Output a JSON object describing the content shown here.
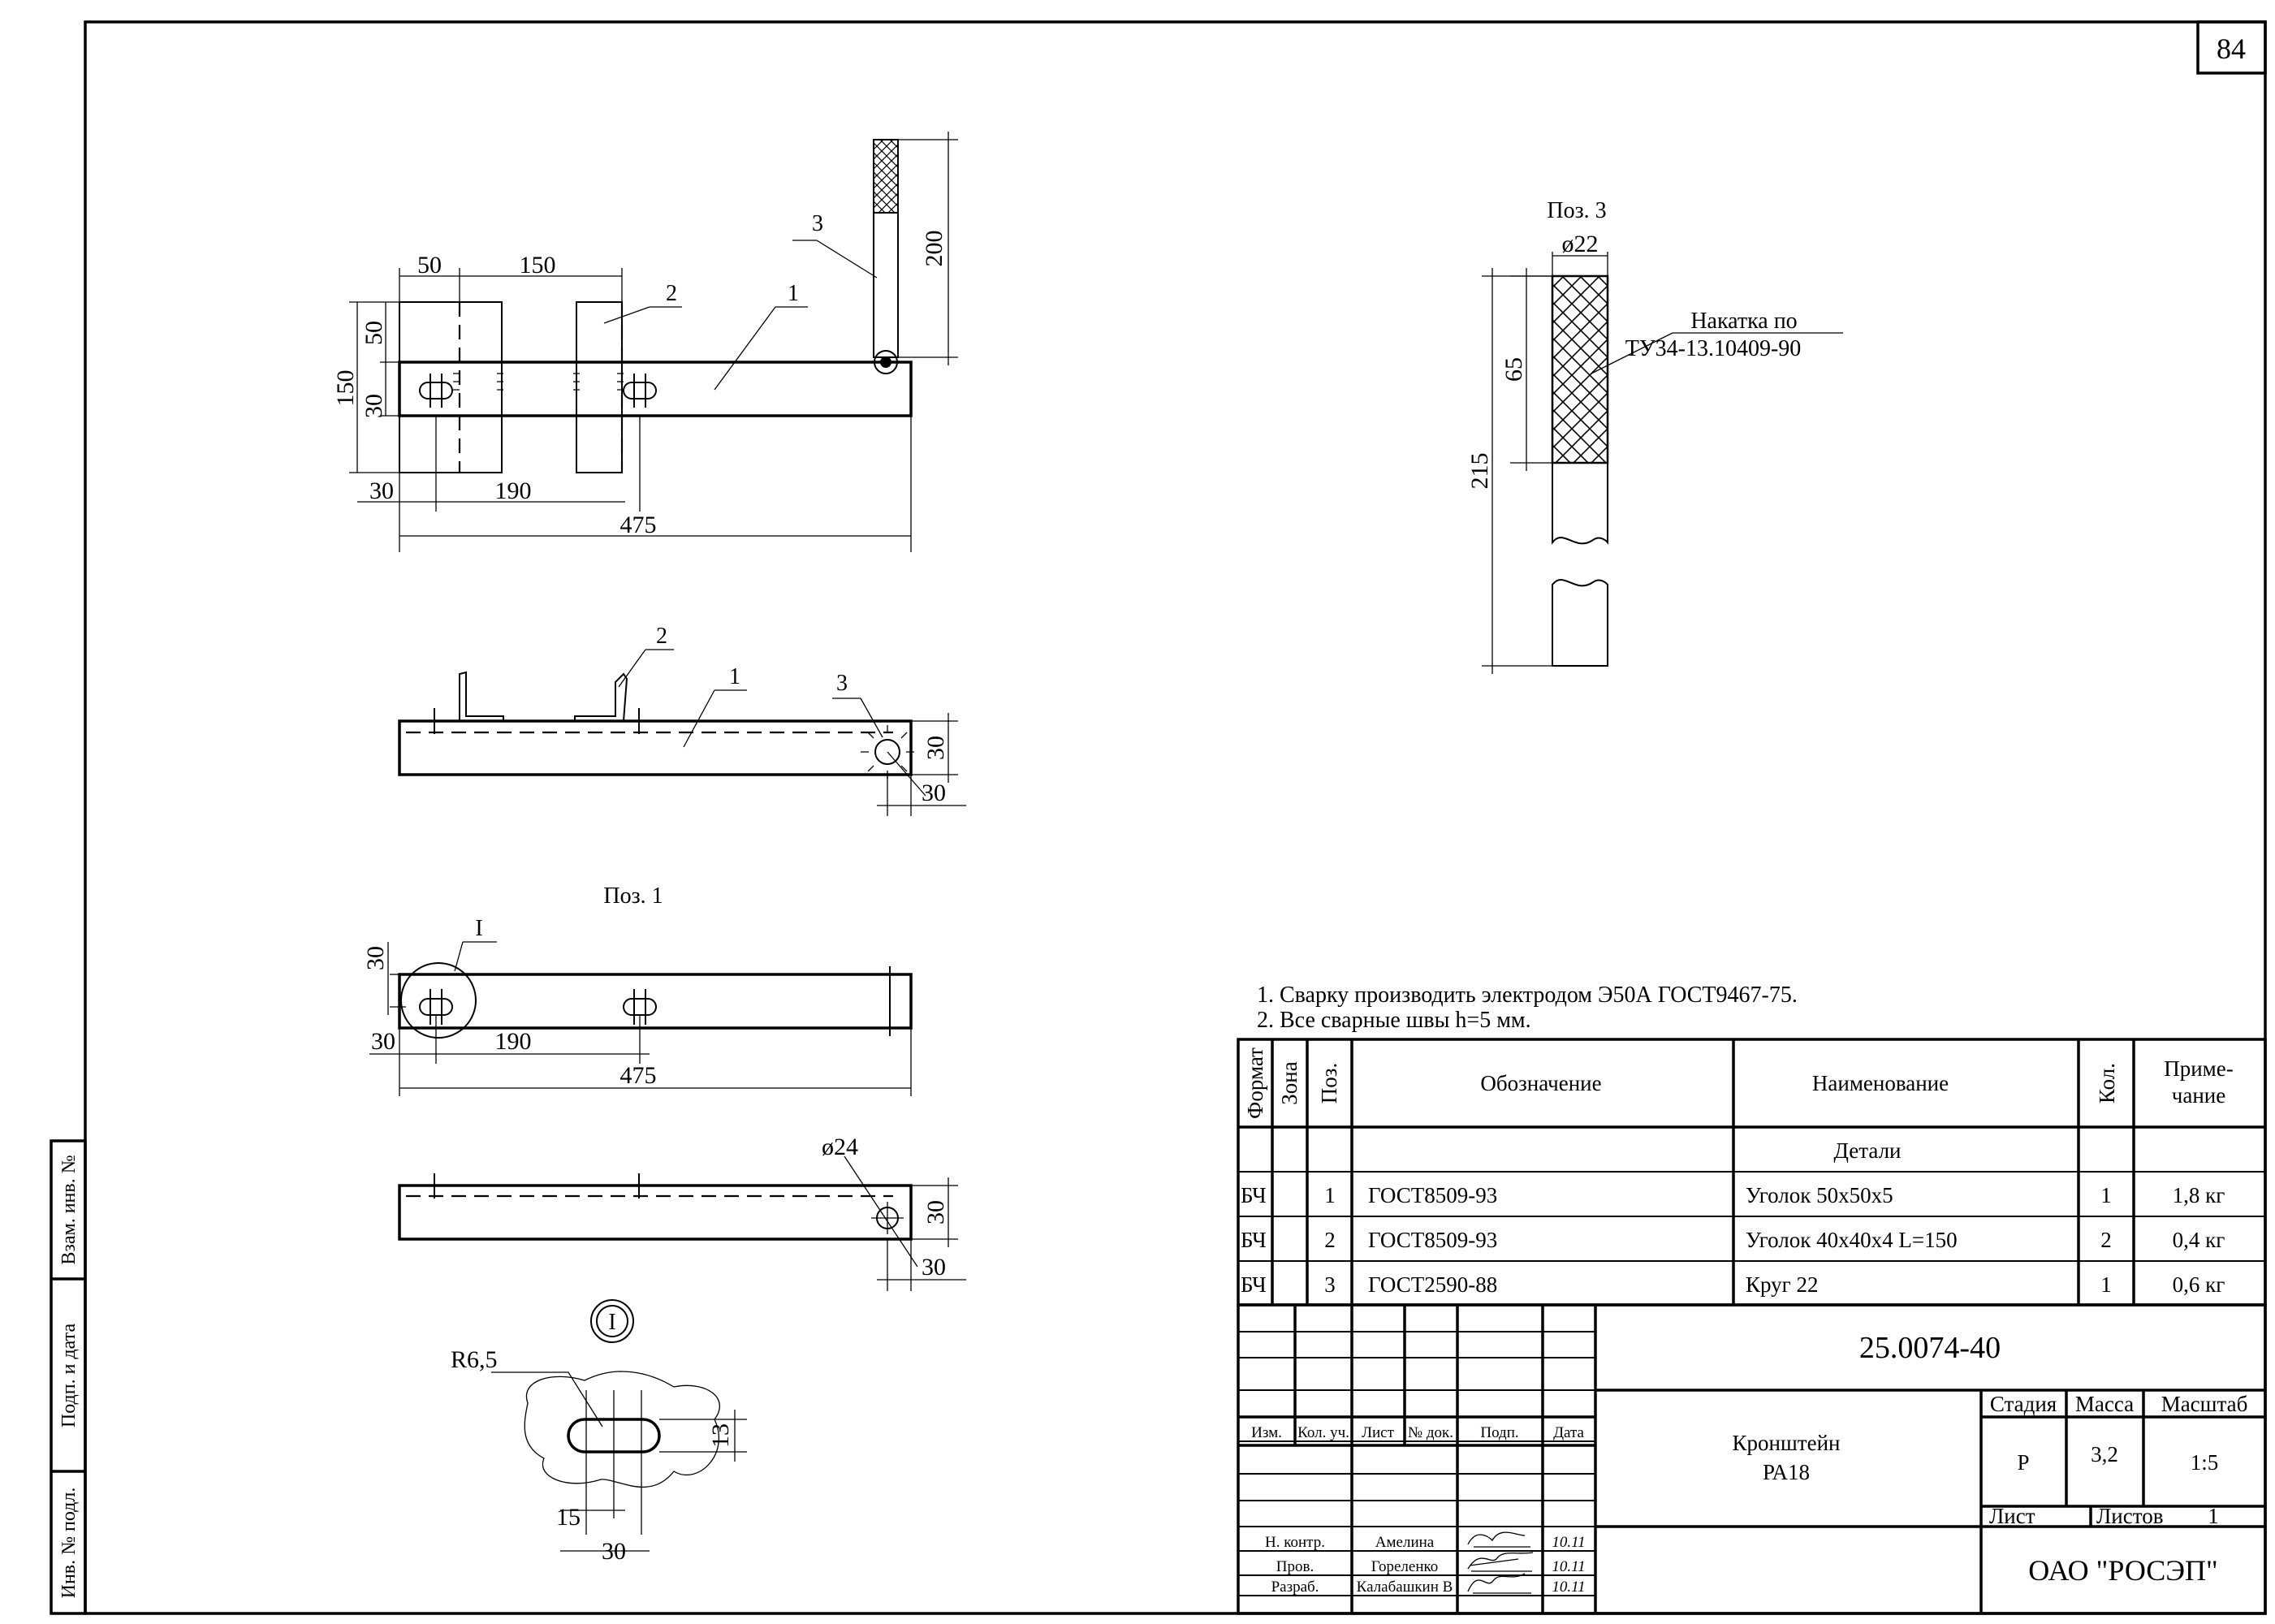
{
  "sheet": {
    "number": "84",
    "side_stamp": {
      "inv_podl": "Инв. № подл.",
      "podp_data": "Подп. и дата",
      "vzam_inv": "Взам. инв. №"
    }
  },
  "views": {
    "top": {
      "dims": [
        "50",
        "150",
        "50",
        "150",
        "30",
        "30",
        "190",
        "475",
        "200"
      ],
      "leaders": [
        "3",
        "2",
        "1"
      ]
    },
    "front": {
      "leaders": [
        "2",
        "1",
        "3"
      ],
      "dims": [
        "30",
        "30"
      ]
    },
    "poz1": {
      "title": "Поз. 1",
      "detail_mark": "I",
      "dims": [
        "30",
        "30",
        "190",
        "475"
      ],
      "bottom_dims": [
        "30",
        "30"
      ],
      "hole_dim": "ø24"
    },
    "detail_I": {
      "mark": "I",
      "radius": "R6,5",
      "dims": [
        "13",
        "15",
        "30"
      ]
    },
    "poz3": {
      "title": "Поз. 3",
      "diameter": "ø22",
      "dims": [
        "65",
        "215"
      ],
      "note_line1": "Накатка по",
      "note_line2": "ТУ34-13.10409-90"
    }
  },
  "notes": [
    "1. Сварку производить электродом Э50А ГОСТ9467-75.",
    "2. Все сварные швы h=5 мм."
  ],
  "spec": {
    "headers": {
      "format": "Формат",
      "zone": "Зона",
      "pos": "Поз.",
      "designation": "Обозначение",
      "name": "Наименование",
      "qty": "Кол.",
      "note_l1": "Приме-",
      "note_l2": "чание"
    },
    "section": "Детали",
    "rows": [
      {
        "format": "БЧ",
        "pos": "1",
        "designation": "ГОСТ8509-93",
        "name": "Уголок 50х50х5",
        "qty": "1",
        "note": "1,8 кг"
      },
      {
        "format": "БЧ",
        "pos": "2",
        "designation": "ГОСТ8509-93",
        "name": "Уголок 40х40х4 L=150",
        "qty": "2",
        "note": "0,4 кг"
      },
      {
        "format": "БЧ",
        "pos": "3",
        "designation": "ГОСТ2590-88",
        "name": "Круг 22",
        "qty": "1",
        "note": "0,6 кг"
      }
    ]
  },
  "title_block": {
    "doc_number": "25.0074-40",
    "name_line1": "Кронштейн",
    "name_line2": "РА18",
    "col_heads": [
      "Изм.",
      "Кол. уч.",
      "Лист",
      "№ док.",
      "Подп.",
      "Дата"
    ],
    "stage_label": "Стадия",
    "mass_label": "Масса",
    "scale_label": "Масштаб",
    "stage": "Р",
    "mass": "3,2",
    "scale": "1:5",
    "sheet_label": "Лист",
    "sheets_label": "Листов",
    "sheets": "1",
    "org": "ОАО \"РОСЭП\"",
    "signers": [
      {
        "role": "Н. контр.",
        "name": "Амелина",
        "date": "10.11"
      },
      {
        "role": "Пров.",
        "name": "Гореленко",
        "date": "10.11"
      },
      {
        "role": "Разраб.",
        "name": "Калабашкин В",
        "date": "10.11"
      }
    ]
  }
}
